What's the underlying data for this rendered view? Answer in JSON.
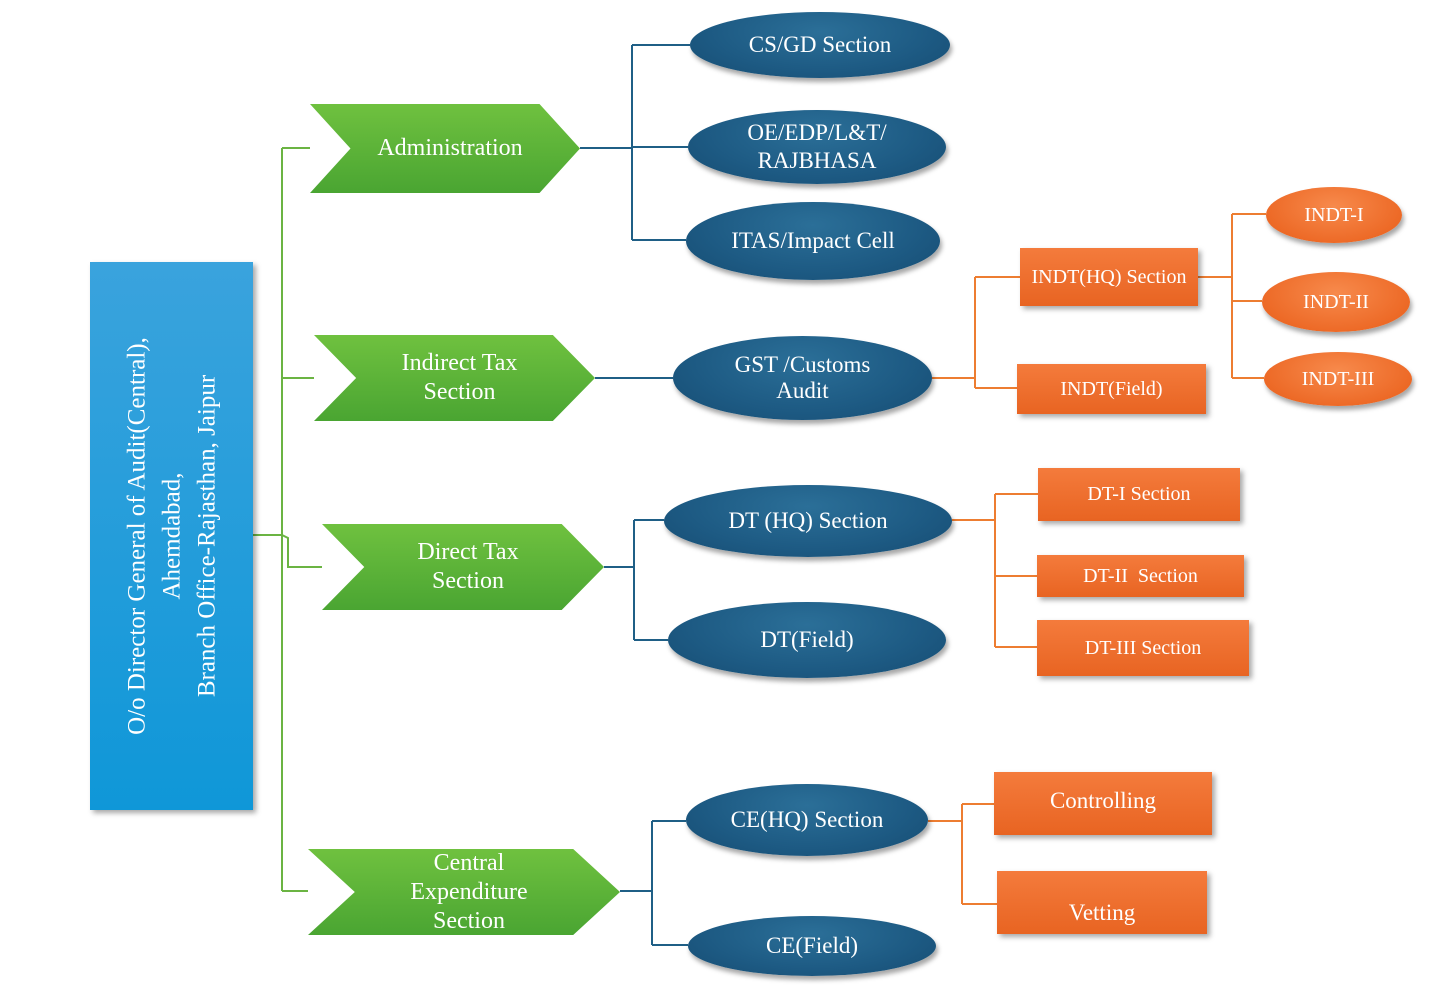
{
  "root": {
    "label": "O/o Director  General  of Audit(Central),\nAhemdabad,\nBranch  Office-Rajasthan,  Jaipur"
  },
  "level1": {
    "administration": "Administration",
    "indirect_tax": "Indirect  Tax\nSection",
    "direct_tax": "Direct  Tax\nSection",
    "central_expenditure": "Central\nExpenditure\nSection"
  },
  "level2": {
    "cs_gd": "CS/GD Section",
    "oe_edp": "OE/EDP/L&T/\nRAJBHASA",
    "itas": "ITAS/Impact Cell",
    "gst_customs": "GST /Customs\nAudit",
    "dt_hq": "DT (HQ) Section",
    "dt_field": "DT(Field)",
    "ce_hq": "CE(HQ) Section",
    "ce_field": "CE(Field)"
  },
  "level3": {
    "indt_hq": "INDT(HQ) Section",
    "indt_field": "INDT(Field)",
    "dt_i": "DT-I Section",
    "dt_ii": "DT-II  Section",
    "dt_iii": "DT-III Section",
    "controlling": "Controlling",
    "vetting": "Vetting"
  },
  "level4": {
    "indt_i": "INDT-I",
    "indt_ii": "INDT-II",
    "indt_iii": "INDT-III"
  },
  "colors": {
    "root": "#129ad9",
    "chevron": "#5cb536",
    "ellipse": "#1d5a83",
    "orange": "#ed6a27",
    "green_line": "#6bb443",
    "blue_line": "#1f5f86",
    "orange_line": "#ed7d31"
  }
}
